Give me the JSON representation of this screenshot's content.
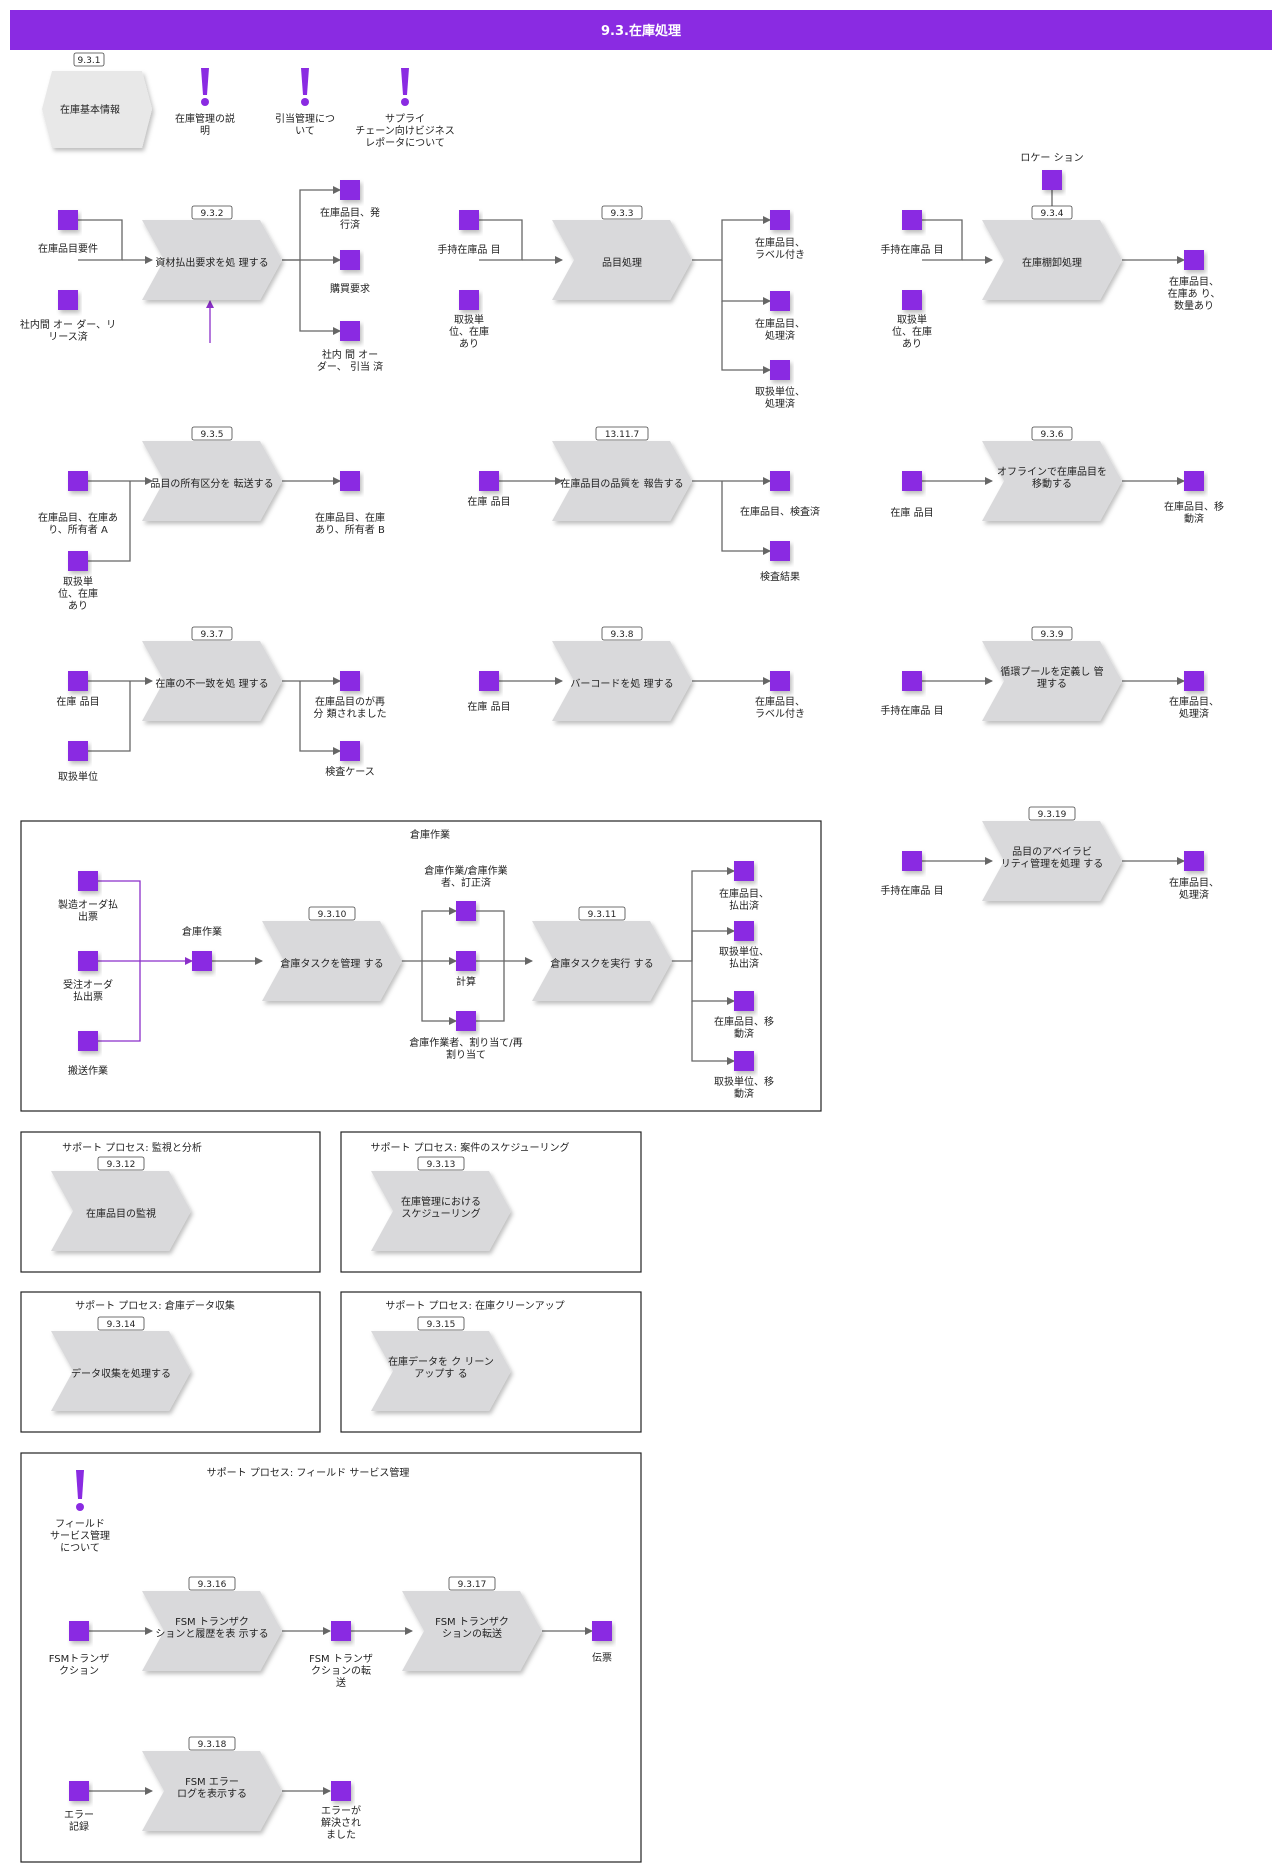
{
  "title": "9.3.在庫処理",
  "colors": {
    "header": "#8A2BE2",
    "evt": "#8A2BE2",
    "process": "#D9D9DB",
    "hex": "#E8E8E8",
    "line": "#666666"
  },
  "overview": {
    "hex": {
      "id": "9.3.1",
      "label": "在庫基本情報"
    },
    "notes": [
      {
        "label": "在庫管理の説\n明"
      },
      {
        "label": "引当管理につ\nいて"
      },
      {
        "label": "サプライ\nチェーン向けビジネス\nレポータについて"
      }
    ]
  },
  "groups": {
    "warehouse": "倉庫作業",
    "sup1": "サポート プロセス: 監視と分析",
    "sup2": "サポート プロセス: 案件のスケジューリング",
    "sup3": "サポート プロセス: 倉庫データ収集",
    "sup4": "サポート プロセス: 在庫クリーンアップ",
    "sup5": "サポート プロセス: フィールド サービス管理",
    "sup5_note": "フィールド\nサービス管理\nについて"
  },
  "processes": {
    "p932": {
      "id": "9.3.2",
      "label": "資材払出要求を処 理する"
    },
    "p933": {
      "id": "9.3.3",
      "label": "品目処理"
    },
    "p934": {
      "id": "9.3.4",
      "label": "在庫棚卸処理"
    },
    "p935": {
      "id": "9.3.5",
      "label": "品目の所有区分を 転送する"
    },
    "p13117": {
      "id": "13.11.7",
      "label": "在庫品目の品質を 報告する"
    },
    "p936": {
      "id": "9.3.6",
      "label": "オフラインで在庫品目を\n移動する"
    },
    "p937": {
      "id": "9.3.7",
      "label": "在庫の不一致を処 理する"
    },
    "p938": {
      "id": "9.3.8",
      "label": "バーコードを処 理する"
    },
    "p939": {
      "id": "9.3.9",
      "label": "循環プールを定義し 管\n理する"
    },
    "p9319": {
      "id": "9.3.19",
      "label": "品目のアベイラビ\nリティ管理を処理 する"
    },
    "p9310": {
      "id": "9.3.10",
      "label": "倉庫タスクを管理 する"
    },
    "p9311": {
      "id": "9.3.11",
      "label": "倉庫タスクを実行 する"
    },
    "p9312": {
      "id": "9.3.12",
      "label": "在庫品目の監視"
    },
    "p9313": {
      "id": "9.3.13",
      "label": "在庫管理における\nスケジューリング"
    },
    "p9314": {
      "id": "9.3.14",
      "label": "データ収集を処理する"
    },
    "p9315": {
      "id": "9.3.15",
      "label": "在庫データを ク リーン\nアップす る"
    },
    "p9316": {
      "id": "9.3.16",
      "label": "FSM トランザク\nションと履歴を表 示する"
    },
    "p9317": {
      "id": "9.3.17",
      "label": "FSM トランザク\nションの転送"
    },
    "p9318": {
      "id": "9.3.18",
      "label": "FSM エラー\nログを表示する"
    }
  },
  "events": {
    "e1": "在庫品目要件",
    "e2": "社内間 オー ダー、リ\nリース済",
    "e3": "在庫品目、発\n行済",
    "e4": "購買要求",
    "e5": "社内 間 オー\nダー、 引当 済",
    "e6": "手持在庫品 目",
    "e7": "取扱単\n位、在庫\nあり",
    "e8": "在庫品目、\nラベル付き",
    "e9": "在庫品目、\n処理済",
    "e10": "取扱単位、\n処理済",
    "e11": "ロケー ション",
    "e12": "手持在庫品 目",
    "e13": "取扱単\n位、在庫\nあり",
    "e14": "在庫品目、\n在庫あ り、\n数量あり",
    "e15": "在庫品目、在庫あ\nり、所有者 A",
    "e16": "取扱単\n位、在庫\nあり",
    "e17": "在庫品目、在庫\nあり、所有者 B",
    "e18": "在庫 品目",
    "e19": "在庫品目、検査済",
    "e20": "検査結果",
    "e21": "在庫 品目",
    "e22": "在庫品目、移\n動済",
    "e23": "在庫 品目",
    "e24": "取扱単位",
    "e25": "在庫品目のが再\n分 類されました",
    "e26": "検査ケース",
    "e27": "在庫 品目",
    "e28": "在庫品目、\nラベル付き",
    "e29": "手持在庫品 目",
    "e30": "在庫品目、\n処理済",
    "e31": "手持在庫品 目",
    "e32": "在庫品目、\n処理済",
    "w1": "製造オーダ払\n出票",
    "w2": "受注オーダ\n払出票",
    "w3": "搬送作業",
    "w4": "倉庫作業",
    "w5": "倉庫作業/倉庫作業\n者、訂正済",
    "w6": "計算",
    "w7": "倉庫作業者、割り当て/再\n割り当て",
    "w8": "在庫品目、\n払出済",
    "w9": "取扱単位、\n払出済",
    "w10": "在庫品目、移\n動済",
    "w11": "取扱単位、移\n動済",
    "f1": "FSMトランザ\nクション",
    "f2": "FSM トランザ\nクションの転\n送",
    "f3": "伝票",
    "f4": "エラー\n記録",
    "f5": "エラーが\n解決され\nました"
  }
}
